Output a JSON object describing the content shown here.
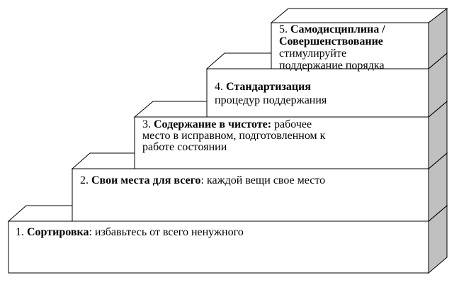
{
  "steps": [
    {
      "number": "1.",
      "title": "Сортировка",
      "separator": ":",
      "description": " избавьтесь от всего ненужного"
    },
    {
      "number": "2.",
      "title": "Свои места для всего",
      "separator": ":",
      "description": " каждой вещи свое место"
    },
    {
      "number": "3.",
      "title": "Содержание в чистоте:",
      "separator": "",
      "description_lines": [
        "рабочее",
        "место в исправном, подготовленном к",
        "работе состоянии"
      ]
    },
    {
      "number": "4.",
      "title": "Стандартизация",
      "description": "процедур поддержания"
    },
    {
      "number": "5.",
      "title": "Самодисциплина /",
      "title_line2": "Совершенствование",
      "description_lines": [
        "стимулируйте",
        "поддержание порядка"
      ]
    }
  ],
  "colors": {
    "front_face": "#ffffff",
    "top_face": "#ffffff",
    "side_face": "#c0c0c0",
    "stroke": "#000000"
  }
}
